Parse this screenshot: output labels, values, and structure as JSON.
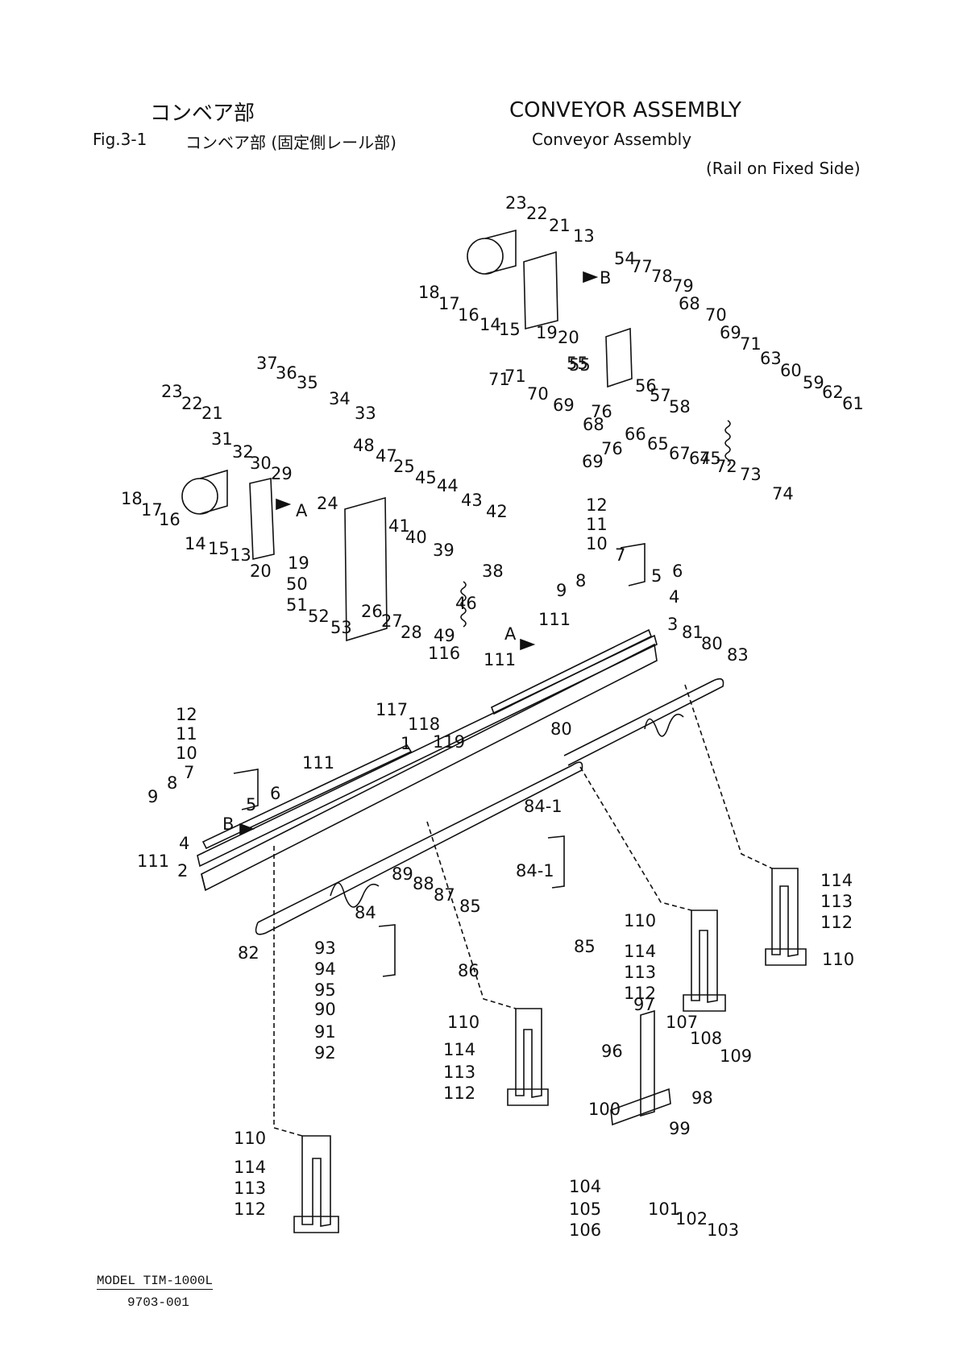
{
  "header": {
    "jp_title": "コンベア部",
    "en_title": "CONVEYOR ASSEMBLY",
    "fig_label": "Fig.3-1",
    "jp_subtitle": "コンベア部 (固定側レール部)",
    "en_subtitle": "Conveyor Assembly",
    "en_subtitle2": "(Rail on Fixed Side)"
  },
  "view_markers": [
    "A",
    "B",
    "A",
    "B"
  ],
  "callouts": [
    "1",
    "2",
    "3",
    "4",
    "5",
    "6",
    "7",
    "8",
    "9",
    "10",
    "11",
    "12",
    "13",
    "14",
    "15",
    "16",
    "17",
    "18",
    "19",
    "20",
    "21",
    "22",
    "23",
    "24",
    "25",
    "26",
    "27",
    "28",
    "29",
    "30",
    "31",
    "32",
    "33",
    "34",
    "35",
    "36",
    "37",
    "38",
    "39",
    "40",
    "41",
    "42",
    "43",
    "44",
    "45",
    "46",
    "47",
    "48",
    "49",
    "50",
    "51",
    "52",
    "53",
    "54",
    "55",
    "56",
    "57",
    "58",
    "59",
    "60",
    "61",
    "62",
    "63",
    "64",
    "65",
    "66",
    "67",
    "68",
    "69",
    "70",
    "71",
    "72",
    "73",
    "74",
    "75",
    "76",
    "77",
    "78",
    "79",
    "80",
    "81",
    "82",
    "83",
    "84",
    "84-1",
    "85",
    "86",
    "87",
    "88",
    "89",
    "90",
    "91",
    "92",
    "93",
    "94",
    "95",
    "96",
    "97",
    "98",
    "99",
    "100",
    "101",
    "102",
    "103",
    "104",
    "105",
    "106",
    "107",
    "108",
    "109",
    "110",
    "111",
    "112",
    "113",
    "114",
    "116",
    "117",
    "118",
    "119"
  ],
  "footer": {
    "model": "MODEL TIM-1000L",
    "doc_number": "9703-001"
  }
}
